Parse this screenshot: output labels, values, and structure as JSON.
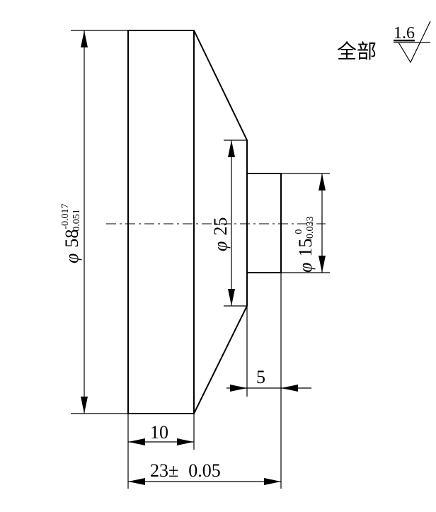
{
  "surface_finish": {
    "prefix": "全部",
    "value": "1.6"
  },
  "dimensions": {
    "phi_symbol": "φ",
    "d58": {
      "nominal": "58",
      "upper": "-0.017",
      "lower": "-0.051"
    },
    "d25": {
      "nominal": "25"
    },
    "d15": {
      "nominal": "15",
      "upper": "0",
      "lower": "-0.033"
    },
    "len10": "10",
    "len5": "5",
    "len23": "23±",
    "len23_tol": "0.05"
  }
}
